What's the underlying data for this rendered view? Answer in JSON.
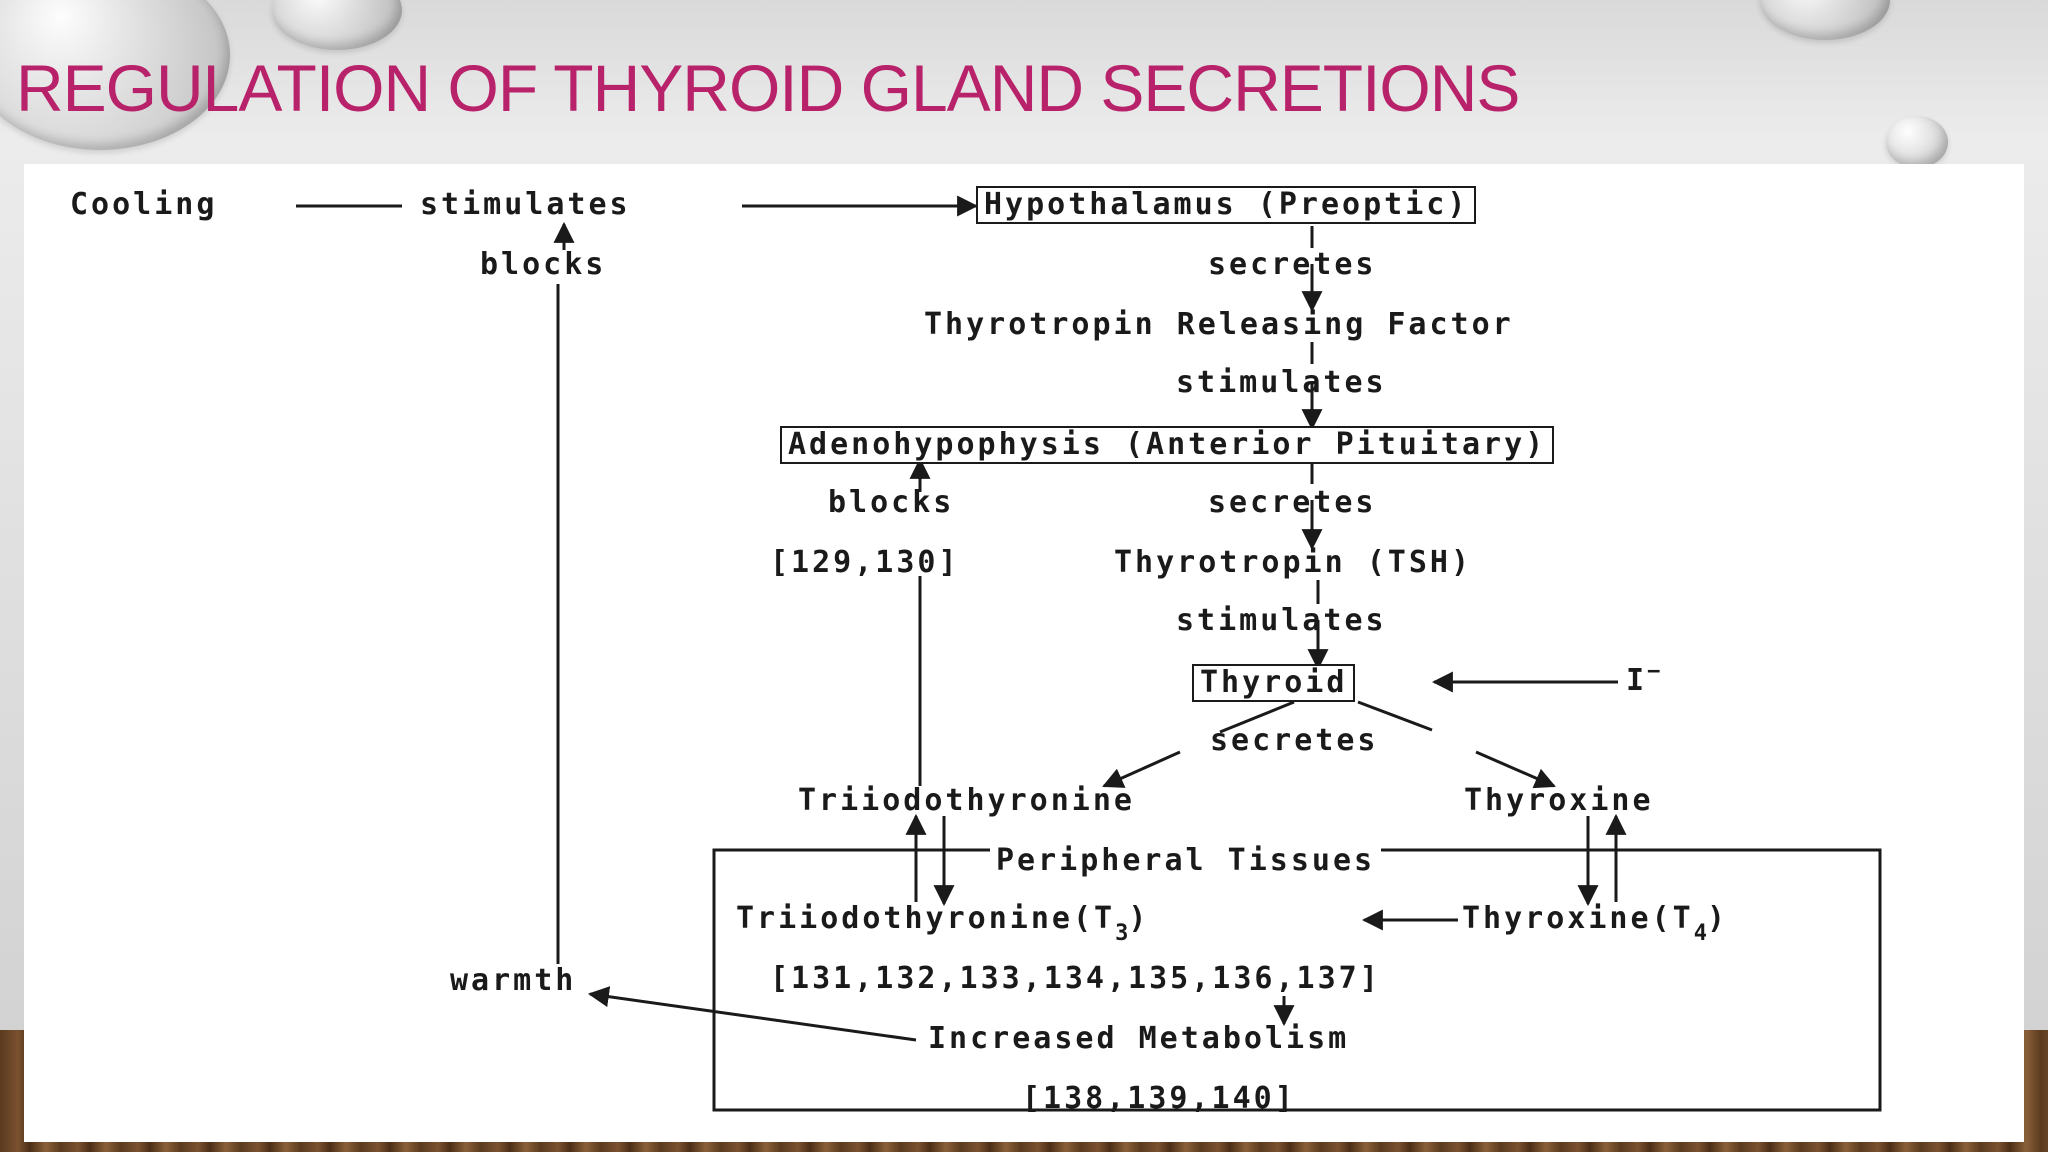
{
  "slide": {
    "title": "REGULATION OF THYROID GLAND SECRETIONS"
  },
  "diagram": {
    "cooling": "Cooling",
    "stimulates_top": "stimulates",
    "hypothalamus": "Hypothalamus (Preoptic)",
    "blocks_left": "blocks",
    "secretes_1": "secretes",
    "trf": "Thyrotropin Releasing Factor",
    "stimulates_2": "stimulates",
    "adenohypophysis": "Adenohypophysis (Anterior Pituitary)",
    "blocks_mid": "blocks",
    "secretes_2": "secretes",
    "ref_129": "[129,130]",
    "tsh": "Thyrotropin (TSH)",
    "stimulates_3": "stimulates",
    "thyroid": "Thyroid",
    "iodide": "I",
    "iodide_charge": "−",
    "secretes_3": "secretes",
    "triiodothyronine": "Triiodothyronine",
    "thyroxine": "Thyroxine",
    "peripheral": "Peripheral Tissues",
    "t3_label": "Triiodothyronine(T",
    "t3_sub": "3",
    "t4_label": "Thyroxine(T",
    "t4_sub": "4",
    "close_paren": ")",
    "warmth": "warmth",
    "ref_131": "[131,132,133,134,135,136,137]",
    "metabolism": "Increased Metabolism",
    "ref_138": "[138,139,140]"
  }
}
